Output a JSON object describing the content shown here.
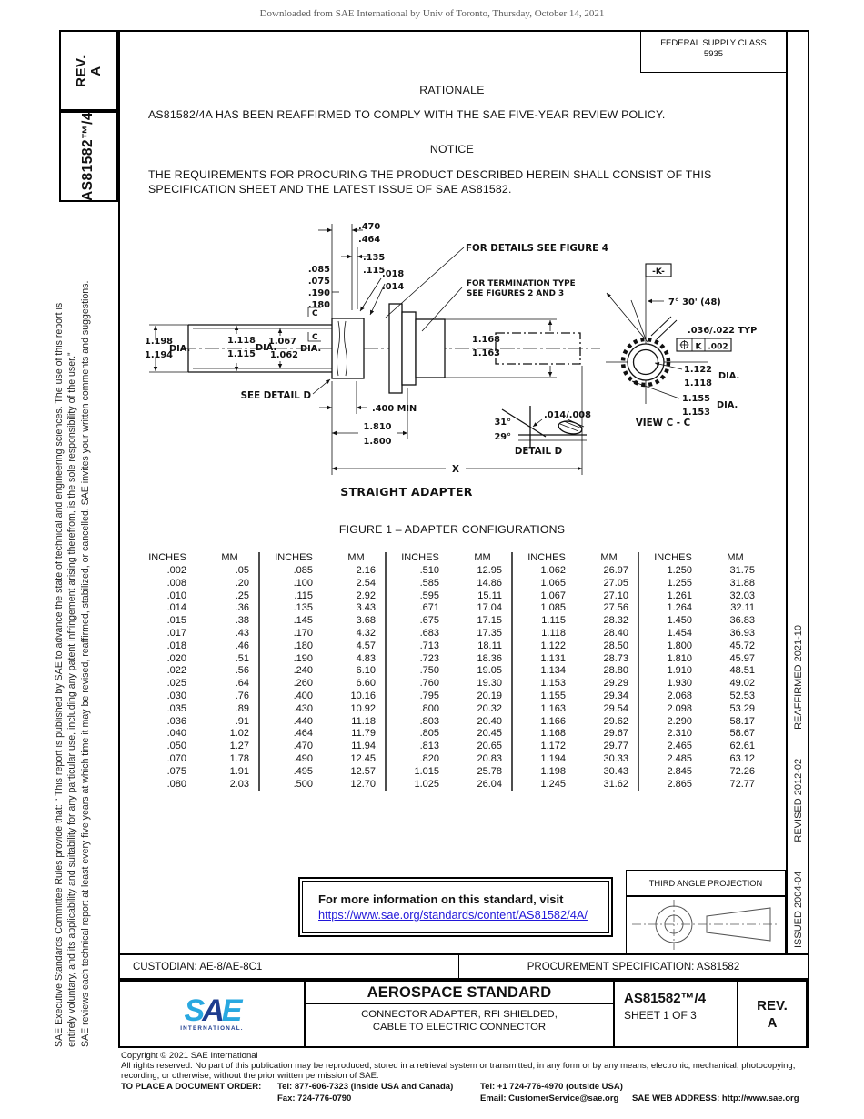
{
  "watermark": "Downloaded from SAE International by Univ of Toronto, Thursday, October 14, 2021",
  "colors": {
    "link_blue": "#2016d9",
    "sae_light_blue": "#29a8e0",
    "sae_navy": "#1e3d8f"
  },
  "sidebar_left": {
    "rev_label": "REV.",
    "rev_value": "A",
    "doc_number": "AS81582™/4",
    "disclaimer1_line1": "SAE Executive Standards Committee Rules provide that: “ This report is published by SAE to advance the state of technical and engineering sciences. The use of this report is",
    "disclaimer1_line2": "entirely voluntary, and its applicability and suitability for any particular use, including any patent infringement arising therefrom, is the sole responsibility of the user.”",
    "disclaimer2": "SAE reviews each technical report at least every five years at which time it may be revised, reaffirmed, stabilized, or cancelled. SAE invites your written comments and suggestions."
  },
  "sidebar_right": {
    "issued": "ISSUED 2004-04",
    "revised": "REVISED 2012-02",
    "reaffirmed": "REAFFIRMED 2021-10"
  },
  "header": {
    "federal_supply_class_label": "FEDERAL SUPPLY CLASS",
    "federal_supply_class_number": "5935"
  },
  "rationale": {
    "title": "RATIONALE",
    "body": "AS81582/4A HAS BEEN REAFFIRMED TO COMPLY WITH THE SAE FIVE-YEAR REVIEW POLICY."
  },
  "notice": {
    "title": "NOTICE",
    "body_line1": "THE REQUIREMENTS FOR PROCURING THE PRODUCT DESCRIBED HEREIN SHALL CONSIST OF THIS",
    "body_line2": "SPECIFICATION SHEET AND THE LATEST ISSUE OF SAE AS81582."
  },
  "figure": {
    "caption": "FIGURE 1 – ADAPTER CONFIGURATIONS",
    "labels": {
      "dia1_a": "1.198",
      "dia1_b": "1.194",
      "dia1_suffix": "DIA.",
      "dia2_a": "1.118",
      "dia2_b": "1.115",
      "dia2_suffix": "DIA.",
      "dia3_a": "1.067",
      "dia3_b": "1.062",
      "dia3_suffix": "DIA.",
      "dia4_a": "1.168",
      "dia4_b": "1.163",
      "dim470_a": ".470",
      "dim470_b": ".464",
      "dim135_a": ".135",
      "dim135_b": ".115",
      "dim085": ".085",
      "dim075": ".075",
      "dim190": ".190",
      "dim180": ".180",
      "dim018_a": ".018",
      "dim018_b": ".014",
      "section_c": "C",
      "callout_figure4": "FOR DETAILS SEE FIGURE 4",
      "callout_termination_1": "FOR TERMINATION TYPE",
      "callout_termination_2": "SEE FIGURES 2 AND 3",
      "see_detail_d": "SEE DETAIL D",
      "dim400": ".400 MIN",
      "dim1810_a": "1.810",
      "dim1810_b": "1.800",
      "dim_x": "X",
      "view_title": "STRAIGHT ADAPTER",
      "detail_angle_a": "31°",
      "detail_angle_b": "29°",
      "detail_dim": ".014/.008",
      "detail_title": "DETAIL D",
      "datum_k": "-K-",
      "angle_7_30": "7° 30' (48)",
      "typ_dim": ".036/.022 TYP",
      "fcf_k": "K",
      "fcf_tol": ".002",
      "view_dia1_a": "1.122",
      "view_dia1_b": "1.118",
      "view_dia1_suffix": "DIA.",
      "view_dia2_a": "1.155",
      "view_dia2_b": "1.153",
      "view_dia2_suffix": "DIA.",
      "view_cc_title": "VIEW C - C"
    }
  },
  "conversion_table": {
    "header_inches": "INCHES",
    "header_mm": "MM",
    "groups": [
      {
        "rows": [
          [
            ".002",
            ".05"
          ],
          [
            ".008",
            ".20"
          ],
          [
            ".010",
            ".25"
          ],
          [
            ".014",
            ".36"
          ],
          [
            ".015",
            ".38"
          ],
          [
            ".017",
            ".43"
          ],
          [
            ".018",
            ".46"
          ],
          [
            ".020",
            ".51"
          ],
          [
            ".022",
            ".56"
          ],
          [
            ".025",
            ".64"
          ],
          [
            ".030",
            ".76"
          ],
          [
            ".035",
            ".89"
          ],
          [
            ".036",
            ".91"
          ],
          [
            ".040",
            "1.02"
          ],
          [
            ".050",
            "1.27"
          ],
          [
            ".070",
            "1.78"
          ],
          [
            ".075",
            "1.91"
          ],
          [
            ".080",
            "2.03"
          ]
        ]
      },
      {
        "rows": [
          [
            ".085",
            "2.16"
          ],
          [
            ".100",
            "2.54"
          ],
          [
            ".115",
            "2.92"
          ],
          [
            ".135",
            "3.43"
          ],
          [
            ".145",
            "3.68"
          ],
          [
            ".170",
            "4.32"
          ],
          [
            ".180",
            "4.57"
          ],
          [
            ".190",
            "4.83"
          ],
          [
            ".240",
            "6.10"
          ],
          [
            ".260",
            "6.60"
          ],
          [
            ".400",
            "10.16"
          ],
          [
            ".430",
            "10.92"
          ],
          [
            ".440",
            "11.18"
          ],
          [
            ".464",
            "11.79"
          ],
          [
            ".470",
            "11.94"
          ],
          [
            ".490",
            "12.45"
          ],
          [
            ".495",
            "12.57"
          ],
          [
            ".500",
            "12.70"
          ]
        ]
      },
      {
        "rows": [
          [
            ".510",
            "12.95"
          ],
          [
            ".585",
            "14.86"
          ],
          [
            ".595",
            "15.11"
          ],
          [
            ".671",
            "17.04"
          ],
          [
            ".675",
            "17.15"
          ],
          [
            ".683",
            "17.35"
          ],
          [
            ".713",
            "18.11"
          ],
          [
            ".723",
            "18.36"
          ],
          [
            ".750",
            "19.05"
          ],
          [
            ".760",
            "19.30"
          ],
          [
            ".795",
            "20.19"
          ],
          [
            ".800",
            "20.32"
          ],
          [
            ".803",
            "20.40"
          ],
          [
            ".805",
            "20.45"
          ],
          [
            ".813",
            "20.65"
          ],
          [
            ".820",
            "20.83"
          ],
          [
            "1.015",
            "25.78"
          ],
          [
            "1.025",
            "26.04"
          ]
        ]
      },
      {
        "rows": [
          [
            "1.062",
            "26.97"
          ],
          [
            "1.065",
            "27.05"
          ],
          [
            "1.067",
            "27.10"
          ],
          [
            "1.085",
            "27.56"
          ],
          [
            "1.115",
            "28.32"
          ],
          [
            "1.118",
            "28.40"
          ],
          [
            "1.122",
            "28.50"
          ],
          [
            "1.131",
            "28.73"
          ],
          [
            "1.134",
            "28.80"
          ],
          [
            "1.153",
            "29.29"
          ],
          [
            "1.155",
            "29.34"
          ],
          [
            "1.163",
            "29.54"
          ],
          [
            "1.166",
            "29.62"
          ],
          [
            "1.168",
            "29.67"
          ],
          [
            "1.172",
            "29.77"
          ],
          [
            "1.194",
            "30.33"
          ],
          [
            "1.198",
            "30.43"
          ],
          [
            "1.245",
            "31.62"
          ]
        ]
      },
      {
        "rows": [
          [
            "1.250",
            "31.75"
          ],
          [
            "1.255",
            "31.88"
          ],
          [
            "1.261",
            "32.03"
          ],
          [
            "1.264",
            "32.11"
          ],
          [
            "1.450",
            "36.83"
          ],
          [
            "1.454",
            "36.93"
          ],
          [
            "1.800",
            "45.72"
          ],
          [
            "1.810",
            "45.97"
          ],
          [
            "1.910",
            "48.51"
          ],
          [
            "1.930",
            "49.02"
          ],
          [
            "2.068",
            "52.53"
          ],
          [
            "2.098",
            "53.29"
          ],
          [
            "2.290",
            "58.17"
          ],
          [
            "2.310",
            "58.67"
          ],
          [
            "2.465",
            "62.61"
          ],
          [
            "2.485",
            "63.12"
          ],
          [
            "2.845",
            "72.26"
          ],
          [
            "2.865",
            "72.77"
          ]
        ]
      }
    ]
  },
  "info_box": {
    "line1": "For more information on this standard, visit",
    "link": "https://www.sae.org/standards/content/AS81582/4A/"
  },
  "projection": {
    "label": "THIRD ANGLE PROJECTION"
  },
  "custodian_row": {
    "custodian": "CUSTODIAN: AE-8/AE-8C1",
    "procurement": "PROCUREMENT SPECIFICATION: AS81582"
  },
  "title_block": {
    "logo_s": "S",
    "logo_a": "A",
    "logo_e": "E",
    "logo_sub": "INTERNATIONAL.",
    "standard_type": "AEROSPACE STANDARD",
    "title_line1": "CONNECTOR ADAPTER, RFI SHIELDED,",
    "title_line2": "CABLE TO ELECTRIC CONNECTOR",
    "doc_number": "AS81582™/4",
    "sheet": "SHEET 1 OF 3",
    "rev_label": "REV.",
    "rev_value": "A"
  },
  "footer": {
    "copyright": "Copyright © 2021 SAE International",
    "rights_line1": "All rights reserved. No part of this publication may be reproduced, stored in a retrieval system or transmitted, in any form or by any means, electronic, mechanical, photocopying,",
    "rights_line2": "recording, or otherwise, without the prior written permission of SAE.",
    "order_label": "TO PLACE A DOCUMENT ORDER:",
    "tel_inside": "Tel: 877-606-7323 (inside USA and Canada)",
    "tel_outside": "Tel: +1 724-776-4970 (outside USA)",
    "fax": "Fax: 724-776-0790",
    "email": "Email: CustomerService@sae.org",
    "web": "SAE WEB ADDRESS: http://www.sae.org"
  }
}
